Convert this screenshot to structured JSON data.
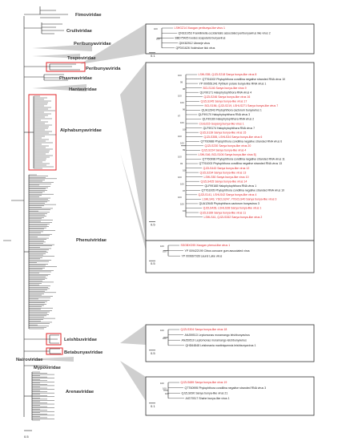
{
  "accent_red": "#e0262a",
  "families": [
    {
      "id": "fimo",
      "label": "Fimoviridae"
    },
    {
      "id": "cruli",
      "label": "Cruliviridae"
    },
    {
      "id": "peribunya",
      "label": "Peribunyaviridae"
    },
    {
      "id": "tospo",
      "label": "Tospoviridae"
    },
    {
      "id": "peribunya2",
      "label": "Peribunyavirida"
    },
    {
      "id": "phasma",
      "label": "Phasmaviridae"
    },
    {
      "id": "hanta",
      "label": "Hantaviridae"
    },
    {
      "id": "alpha",
      "label": "Alphabunyaviridae"
    },
    {
      "id": "pheni",
      "label": "Phenuiviridae"
    },
    {
      "id": "leish",
      "label": "Leishbuviridae"
    },
    {
      "id": "betabunya",
      "label": "Betabunyaviridae"
    },
    {
      "id": "nairo",
      "label": "Nairoviridae"
    },
    {
      "id": "mypo",
      "label": "Mypoviridae"
    },
    {
      "id": "arena",
      "label": "Arenaviridae"
    }
  ],
  "main_scale": "0.5",
  "panels": [
    {
      "id": "peribunya-panel",
      "scale": "0.1",
      "bootstrap": [
        "100",
        "100"
      ],
      "tips": [
        {
          "label": "LSHGZ14 Xiaogan peribunya-like virus 1",
          "red": true
        },
        {
          "label": "QNS31053 Frankliniella occidentalis associated peribunyavirus like virus 2",
          "red": false
        },
        {
          "label": "BBD75425 Ixodes scapularis bunyavirus",
          "red": false
        },
        {
          "label": "QKK82912 Ubmeje virus",
          "red": false
        },
        {
          "label": "QPD01626 Volzhskoe tick virus",
          "red": false
        }
      ]
    },
    {
      "id": "alpha-panel",
      "scale": "0.5",
      "bootstrap": [
        "100",
        "99",
        "98",
        "100",
        "100",
        "96",
        "67",
        "100",
        "100",
        "100",
        "100",
        "99",
        "100",
        "93",
        "100",
        "100",
        "100",
        "97",
        "100",
        "100",
        "100"
      ],
      "tips": [
        {
          "label": "LSHLS55, QJZLS218 Sanya bunya-like virus 8",
          "red": true
        },
        {
          "label": "QTT61002 Phytophthora condilina negative stranded RNA virus 10",
          "red": false
        },
        {
          "label": "YP 009551341 Pythium polare bunya-like RNA virus 1",
          "red": false
        },
        {
          "label": "BCLS146 Sanya bunya-like virus 9",
          "red": true
        },
        {
          "label": "QLF99171 Halophytophthora RNA virus 4",
          "red": false
        },
        {
          "label": "QJZLS246 Sanya bunya-like virus 16",
          "red": true
        },
        {
          "label": "QJZLS245 Sanya bunya-like virus 17",
          "red": true
        },
        {
          "label": "BCLS156, QJZLS219, LSHLS271 Sanya bunya-like virus 7",
          "red": true
        },
        {
          "label": "QUA12643 Phytophthora cactorum bunyavirus 1",
          "red": false
        },
        {
          "label": "QLF99170 Halophytophthora RNA virus 3",
          "red": false
        },
        {
          "label": "QLF99169 Halophytophthora RNA virus 2",
          "red": false
        },
        {
          "label": "CGGZ15 Guiyang bunya-like virus 1",
          "red": true
        },
        {
          "label": "QLF99174 Halophytophthora RNA virus 7",
          "red": false
        },
        {
          "label": "QJZLS139 Sanya bunya-like virus 15",
          "red": true
        },
        {
          "label": "QJZLS355, LSHLS34 Sanya bunya-like virus 6",
          "red": true
        },
        {
          "label": "QTT60988 Phytophthora condilina negative stranded RNA virus 6",
          "red": false
        },
        {
          "label": "QJZLS230 Sanya bunya-like virus 20",
          "red": true
        },
        {
          "label": "QJZLS224 Sanya bunya-like virus 4",
          "red": true
        },
        {
          "label": "LSHLS46, BCLS106 Sanya bunya-like virus 5]",
          "red": true
        },
        {
          "label": "QTT60998 Phytophthora condilina negative stranded RNA virus 11",
          "red": false
        },
        {
          "label": "QTT61003 Phytophthora condilina negative stranded RNA virus 13",
          "red": false
        },
        {
          "label": "QJZLS443 Sanya bunya-like virus 12",
          "red": true
        },
        {
          "label": "QJZLS234 Sanya bunya-like virus 13",
          "red": true
        },
        {
          "label": "LSHLS50 Sanya bunya-like virus 10",
          "red": true
        },
        {
          "label": "QJZLS425 Sanya bunya-like virus 14",
          "red": true
        },
        {
          "label": "QLF99168 Halophytophthora RNA virus 1",
          "red": false
        },
        {
          "label": "QTT61005 Phytophthora condilina negative stranded RNA virus 10",
          "red": false
        },
        {
          "label": "QJZLS141, LSHLS42 Sanya bunya-like virus 4",
          "red": true
        },
        {
          "label": "LSHLS43, YSCLS247, YXSCLS40 Sanya bunya-like virus 3",
          "red": true
        },
        {
          "label": "QUA12645 Phytophthora cactorum bunyavirus 3",
          "red": false
        },
        {
          "label": "QJZLS428, LSHLS38 Sanya bunya-like virus 1",
          "red": true
        },
        {
          "label": "QJZLS189 Sanya bunya-like virus 11",
          "red": true
        },
        {
          "label": "LSHLS41, QJZLS332 Sanya bunya-like virus 2",
          "red": true
        }
      ]
    },
    {
      "id": "pheni-panel",
      "scale": "0.5",
      "bootstrap": [
        "100",
        "100"
      ],
      "tips": [
        {
          "label": "SSGBXG95 Xiaogan phenui-like virus 1",
          "red": true
        },
        {
          "label": "YP 009422199 Citrus concave gum associated virus",
          "red": false
        },
        {
          "label": "YP 009667028 Laurel Lake virus",
          "red": false
        }
      ]
    },
    {
      "id": "leish-panel",
      "scale": "0.5",
      "bootstrap": [
        "100",
        "100"
      ],
      "tips": [
        {
          "label": "QJZLS304 Sanya bunya-like virus 18",
          "red": true
        },
        {
          "label": "ANJ59513 Leptomonas moramango leishbunyavirus",
          "red": false
        },
        {
          "label": "ANJ59510 Leptomonas moramango leishbunyavirus",
          "red": false
        },
        {
          "label": "QHD64848 Leishmania martiniquensis leishbunyavirus 1",
          "red": false
        }
      ]
    },
    {
      "id": "arena-panel",
      "scale": "0.1",
      "bootstrap": [
        "100",
        "100",
        "100"
      ],
      "tips": [
        {
          "label": "QJZLS689 Sanya bunya-like virus 19",
          "red": true
        },
        {
          "label": "QTT60995 Phytophthora condilina negative stranded RNA virus 3",
          "red": false
        },
        {
          "label": "QJZLS690 Sanya bunya-like virus 21",
          "red": false
        },
        {
          "label": "AIG79317 Shahe bunya-like virus 1",
          "red": false
        }
      ]
    }
  ]
}
